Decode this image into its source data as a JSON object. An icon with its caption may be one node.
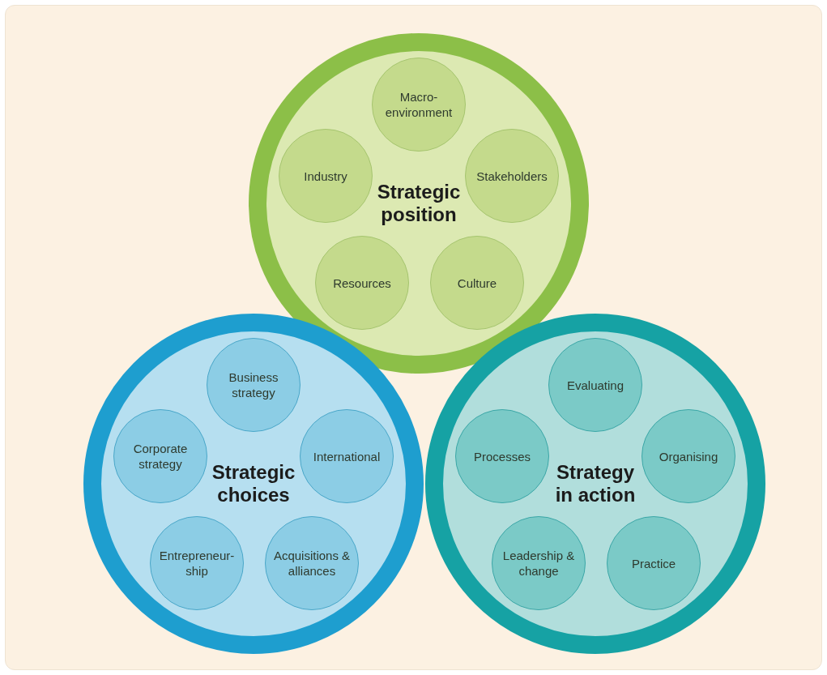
{
  "diagram": {
    "nodes": [
      {
        "text": [
          "Strategic position"
        ]
      },
      {
        "text": [
          "Macro-environment"
        ],
        "in": 0
      },
      {
        "text": [
          "Industry"
        ],
        "in": 0
      },
      {
        "text": [
          "Stakeholders"
        ],
        "in": 0
      },
      {
        "text": [
          "Resources"
        ],
        "in": 0
      },
      {
        "text": [
          "Culture"
        ],
        "in": 0
      },
      {
        "text": [
          "Strategic choices"
        ]
      },
      {
        "text": [
          "Business strategy"
        ],
        "in": 6
      },
      {
        "text": [
          "Corporate strategy"
        ],
        "in": 6
      },
      {
        "text": [
          "International"
        ],
        "in": 6
      },
      {
        "text": [
          "Entrepreneur-ship"
        ],
        "in": 6
      },
      {
        "text": [
          "Acquisitions & alliances"
        ],
        "in": 6
      },
      {
        "text": [
          "Strategy in action"
        ]
      },
      {
        "text": [
          "Evaluating"
        ],
        "in": 12
      },
      {
        "text": [
          "Processes"
        ],
        "in": 12
      },
      {
        "text": [
          "Organising"
        ],
        "in": 12
      },
      {
        "text": [
          "Leadership & change"
        ],
        "in": 12
      },
      {
        "text": [
          "Practice"
        ],
        "in": 12
      }
    ]
  }
}
